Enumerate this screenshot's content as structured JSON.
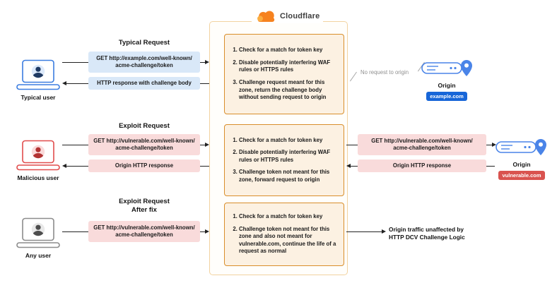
{
  "header": {
    "brand": "Cloudflare"
  },
  "flows": [
    {
      "title": "Typical Request",
      "user": "Typical user",
      "request": "GET http://example.com/well-known/\nacme-challenge/token",
      "response": "HTTP response with challenge body",
      "steps": [
        "Check for a match for token key",
        "Disable potentially interfering WAF rules or HTTPS rules",
        "Challenge request meant for this zone, return the challenge body without sending request to origin"
      ],
      "no_request_note": "No request to origin",
      "origin": {
        "label": "Origin",
        "domain": "example.com"
      }
    },
    {
      "title": "Exploit Request",
      "user": "Malicious user",
      "request": "GET http://vulnerable.com/well-known/\nacme-challenge/token",
      "response": "Origin HTTP response",
      "origin_request": "GET http://vulnerable.com/well-known/\nacme-challenge/token",
      "origin_response": "Origin HTTP response",
      "steps": [
        "Check for a match for token key",
        "Disable potentially interfering WAF rules or HTTPS rules",
        "Challenge token not meant for this zone, forward request to origin"
      ],
      "origin": {
        "label": "Origin",
        "domain": "vulnerable.com"
      }
    },
    {
      "title": "Exploit Request\nAfter fix",
      "user": "Any user",
      "request": "GET http://vulnerable.com/well-known/\nacme-challenge/token",
      "steps": [
        "Check for a match for token key",
        "Challenge token not meant for this zone and also not meant for vulnerable.com, continue the life of a request as normal"
      ],
      "outcome": "Origin traffic unaffected by\nHTTP DCV Challenge Logic"
    }
  ],
  "colors": {
    "cloudflare_orange": "#F6821F",
    "cloudflare_orange_light": "#FBAD41",
    "request_blue": "#D9E8F8",
    "request_red": "#F9DBDB",
    "step_box_fill": "#FCF1E2",
    "step_box_border": "#D98E2B",
    "origin_server_blue": "#4A84E8",
    "badge_blue": "#1766D8",
    "badge_red": "#D9534F"
  }
}
